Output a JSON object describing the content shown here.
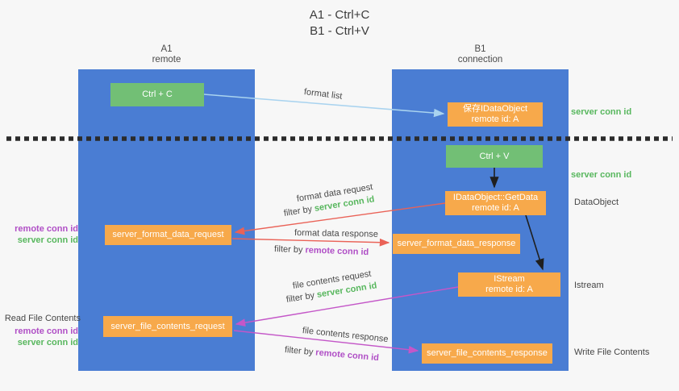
{
  "title": {
    "line1": "A1 - Ctrl+C",
    "line2": "B1 - Ctrl+V"
  },
  "lifelines": {
    "left": {
      "name": "A1",
      "role": "remote"
    },
    "right": {
      "name": "B1",
      "role": "connection"
    }
  },
  "nodes": {
    "ctrl_c": {
      "label": "Ctrl + C"
    },
    "ctrl_v": {
      "label": "Ctrl + V"
    },
    "save_dataobject": {
      "line1": "保存IDataObject",
      "line2": "remote id: A"
    },
    "getdata": {
      "line1": "IDataObject::GetData",
      "line2": "remote id: A"
    },
    "istream": {
      "line1": "IStream",
      "line2": "remote id: A"
    },
    "server_format_data_request": {
      "label": "server_format_data_request"
    },
    "server_format_data_response": {
      "label": "server_format_data_response"
    },
    "server_file_contents_request": {
      "label": "server_file_contents_request"
    },
    "server_file_contents_response": {
      "label": "server_file_contents_response"
    }
  },
  "arrows": {
    "format_list": {
      "label": "format list"
    },
    "format_data_request": {
      "label": "format data request",
      "filter_prefix": "filter by",
      "filter_key": "server conn id"
    },
    "format_data_response": {
      "label": "format data response",
      "filter_prefix": "filter by",
      "filter_key": "remote conn id"
    },
    "file_contents_request": {
      "label": "file contents request",
      "filter_prefix": "filter by",
      "filter_key": "server conn id"
    },
    "file_contents_response": {
      "label": "file contents response",
      "filter_prefix": "filter by",
      "filter_key": "remote conn id"
    }
  },
  "side_labels": {
    "right": {
      "server_conn_id_top": "server conn id",
      "server_conn_id_mid": "server conn id",
      "dataobject": "DataObject",
      "istream": "Istream",
      "write_file_contents": "Write File Contents"
    },
    "left": {
      "remote_conn_id_top": "remote conn id",
      "server_conn_id_top": "server conn id",
      "read_file_contents": "Read File Contents",
      "remote_conn_id_bottom": "remote conn id",
      "server_conn_id_bottom": "server conn id"
    }
  },
  "colors": {
    "lifeline_blue": "#4a7dd3",
    "action_green": "#72bf75",
    "message_orange": "#f7a94b",
    "server_conn_green": "#58b75e",
    "remote_conn_purple": "#b04fc6",
    "request_red": "#ea6257",
    "response_magenta": "#c457c8",
    "format_list_blue": "#a9d3ef",
    "boundary_black": "#2b2b2b"
  }
}
